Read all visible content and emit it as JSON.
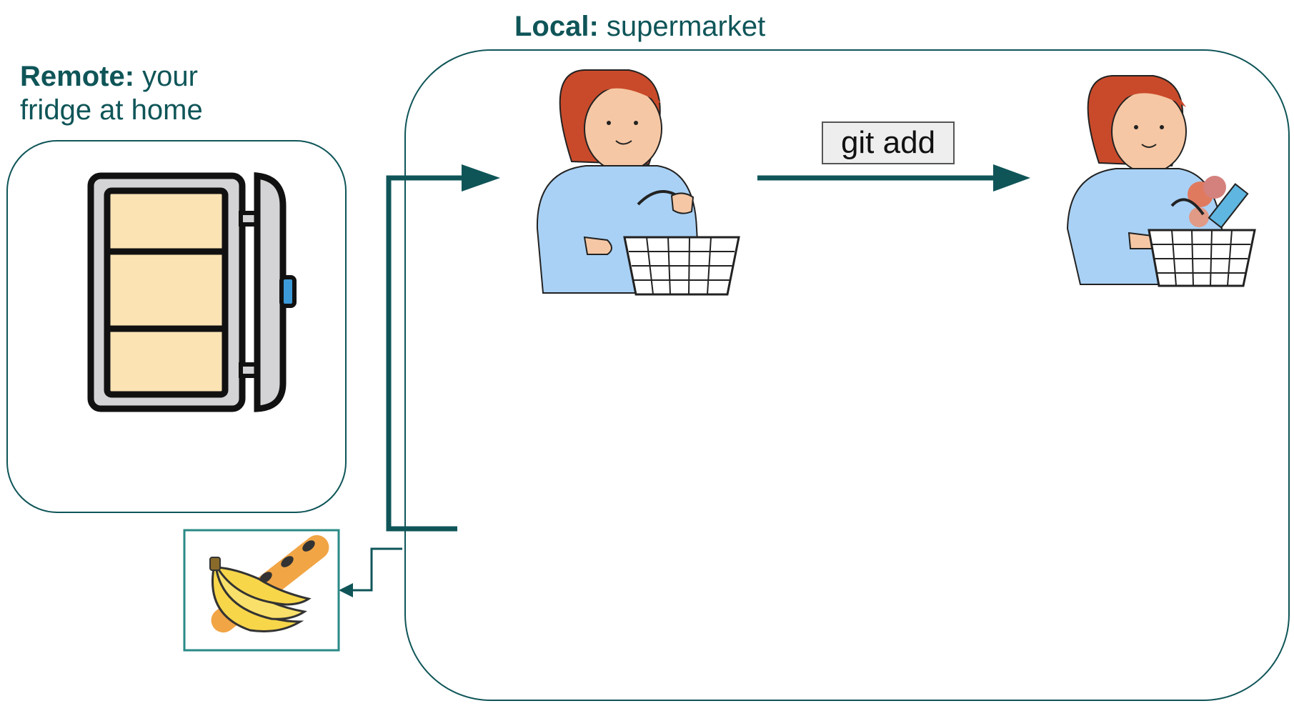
{
  "remote": {
    "label_bold": "Remote:",
    "label_line1": "your",
    "label_line2": "fridge at home"
  },
  "local": {
    "label_bold": "Local:",
    "label_text": "supermarket"
  },
  "command": {
    "label": "git add"
  },
  "colors": {
    "accent": "#0f5558",
    "fridge_fill": "#fbe3b4",
    "shirt": "#a9d1f5",
    "hair": "#c94a2a"
  },
  "icons": [
    "fridge-icon",
    "shopper-empty-basket",
    "shopper-full-basket",
    "groceries-icon"
  ]
}
